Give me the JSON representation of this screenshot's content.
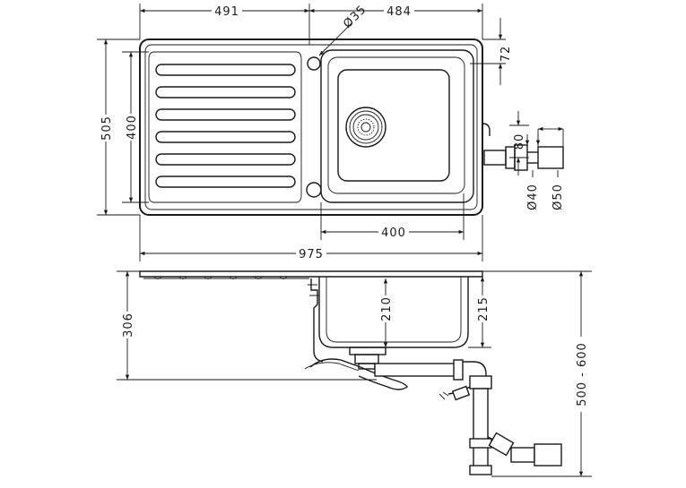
{
  "dimensions": {
    "drainer_width": "491",
    "bowl_width": "484",
    "tap_hole_dia": "Ø35",
    "top_offset": "72",
    "overall_depth": "505",
    "inner_depth": "400",
    "waste_height": "80",
    "outlet_dia_40": "Ø40",
    "outlet_dia_50": "Ø50",
    "bowl_inner_width": "400",
    "overall_width": "975",
    "bowl_depth": "210",
    "bowl_depth_outer": "215",
    "cabinet_height": "306",
    "install_range": "500 - 600"
  }
}
